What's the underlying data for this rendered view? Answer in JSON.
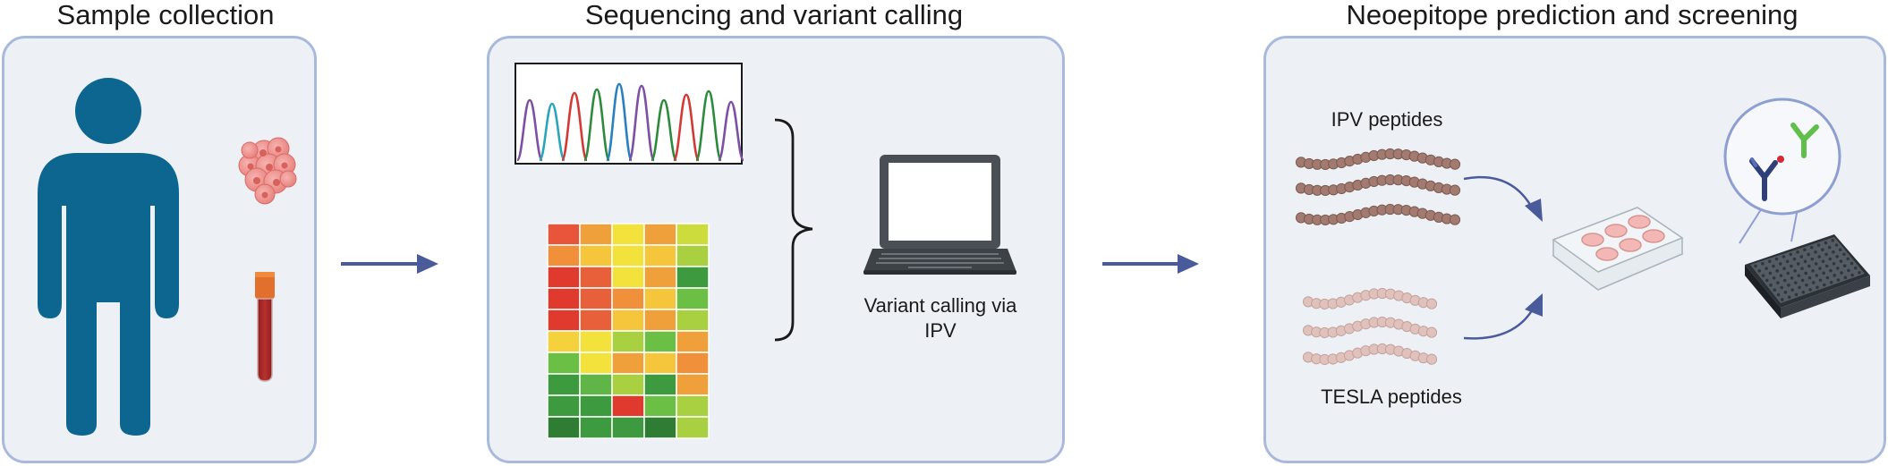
{
  "panels": [
    {
      "title": "Sample collection"
    },
    {
      "title": "Sequencing and variant calling"
    },
    {
      "title": "Neoepitope prediction and screening"
    }
  ],
  "labels": {
    "variant_calling_line1": "Variant calling via",
    "variant_calling_line2": "IPV",
    "ipv_peptides": "IPV peptides",
    "tesla_peptides": "TESLA peptides"
  },
  "colors": {
    "panel_fill": "#edf1f6",
    "panel_border": "#a9b9dc",
    "person": "#0c6690",
    "arrow": "#4a5b9c",
    "ipv_bead": "#a27a70",
    "tesla_bead": "#e1c1bc"
  },
  "icons": {
    "person": "person-icon",
    "tumor": "tumor-cells-icon",
    "blood_tube": "blood-tube-icon",
    "chromatogram": "chromatogram-icon",
    "heatmap": "heatmap-icon",
    "brace": "curly-brace-icon",
    "laptop": "laptop-icon",
    "culture_plate": "cell-culture-plate-icon",
    "antibody": "antibody-icon",
    "microplate": "microplate-icon"
  },
  "heatmap_colors": [
    [
      "#e8553a",
      "#f0a03a",
      "#f3e23c",
      "#f0a03a",
      "#cbdc3c"
    ],
    [
      "#f0903a",
      "#f5c63c",
      "#f3e23c",
      "#f5c63c",
      "#a8d040"
    ],
    [
      "#e03a2e",
      "#e8603a",
      "#f3e23c",
      "#f0a03a",
      "#3e9a3e"
    ],
    [
      "#e03a2e",
      "#e8603a",
      "#f0903a",
      "#f5c63c",
      "#6bbf45"
    ],
    [
      "#e03a2e",
      "#e8603a",
      "#f5c63c",
      "#f0a03a",
      "#a8d040"
    ],
    [
      "#f5d23c",
      "#f3e23c",
      "#a8d040",
      "#6bbf45",
      "#f0a03a"
    ],
    [
      "#6bbf45",
      "#f3e23c",
      "#f0a03a",
      "#f5c63c",
      "#f0903a"
    ],
    [
      "#3e9a3e",
      "#5fb545",
      "#a8d040",
      "#3e9a3e",
      "#f0a03a"
    ],
    [
      "#3e9a3e",
      "#3e9a3e",
      "#e03a2e",
      "#6bbf45",
      "#a8d040"
    ],
    [
      "#2f7d32",
      "#3e9a3e",
      "#3e9a3e",
      "#2f7d32",
      "#a8d040"
    ]
  ],
  "chromatogram_colors": [
    "#7e4fa2",
    "#2aa6b8",
    "#d23a35",
    "#2e8b3e",
    "#2a7fc0",
    "#7e4fa2",
    "#2e8b3e",
    "#d23a35",
    "#2e8b3e",
    "#7e4fa2"
  ]
}
